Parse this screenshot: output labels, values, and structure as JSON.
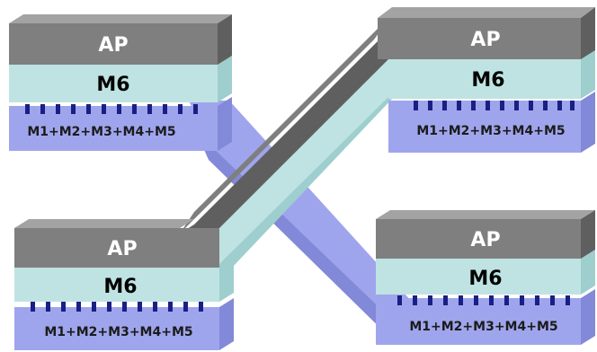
{
  "colors": {
    "ap_front": "#7f7f7f",
    "ap_top": "#a3a3a3",
    "ap_side": "#5f5f5f",
    "m6_front": "#bfe3e3",
    "m6_side": "#9ecece",
    "m15_front": "#9fa5ec",
    "m15_side": "#8289d8",
    "vias": "#1a1f85",
    "ap_text": "#ffffff",
    "m6_text": "#000000",
    "m15_text": "#1b1b1b"
  },
  "stacks": [
    {
      "id": "top-left",
      "ap": "AP",
      "m6": "M6",
      "m15": "M1+M2+M3+M4+M5"
    },
    {
      "id": "top-right",
      "ap": "AP",
      "m6": "M6",
      "m15": "M1+M2+M3+M4+M5"
    },
    {
      "id": "bottom-left",
      "ap": "AP",
      "m6": "M6",
      "m15": "M1+M2+M3+M4+M5"
    },
    {
      "id": "bottom-right",
      "ap": "AP",
      "m6": "M6",
      "m15": "M1+M2+M3+M4+M5"
    }
  ]
}
